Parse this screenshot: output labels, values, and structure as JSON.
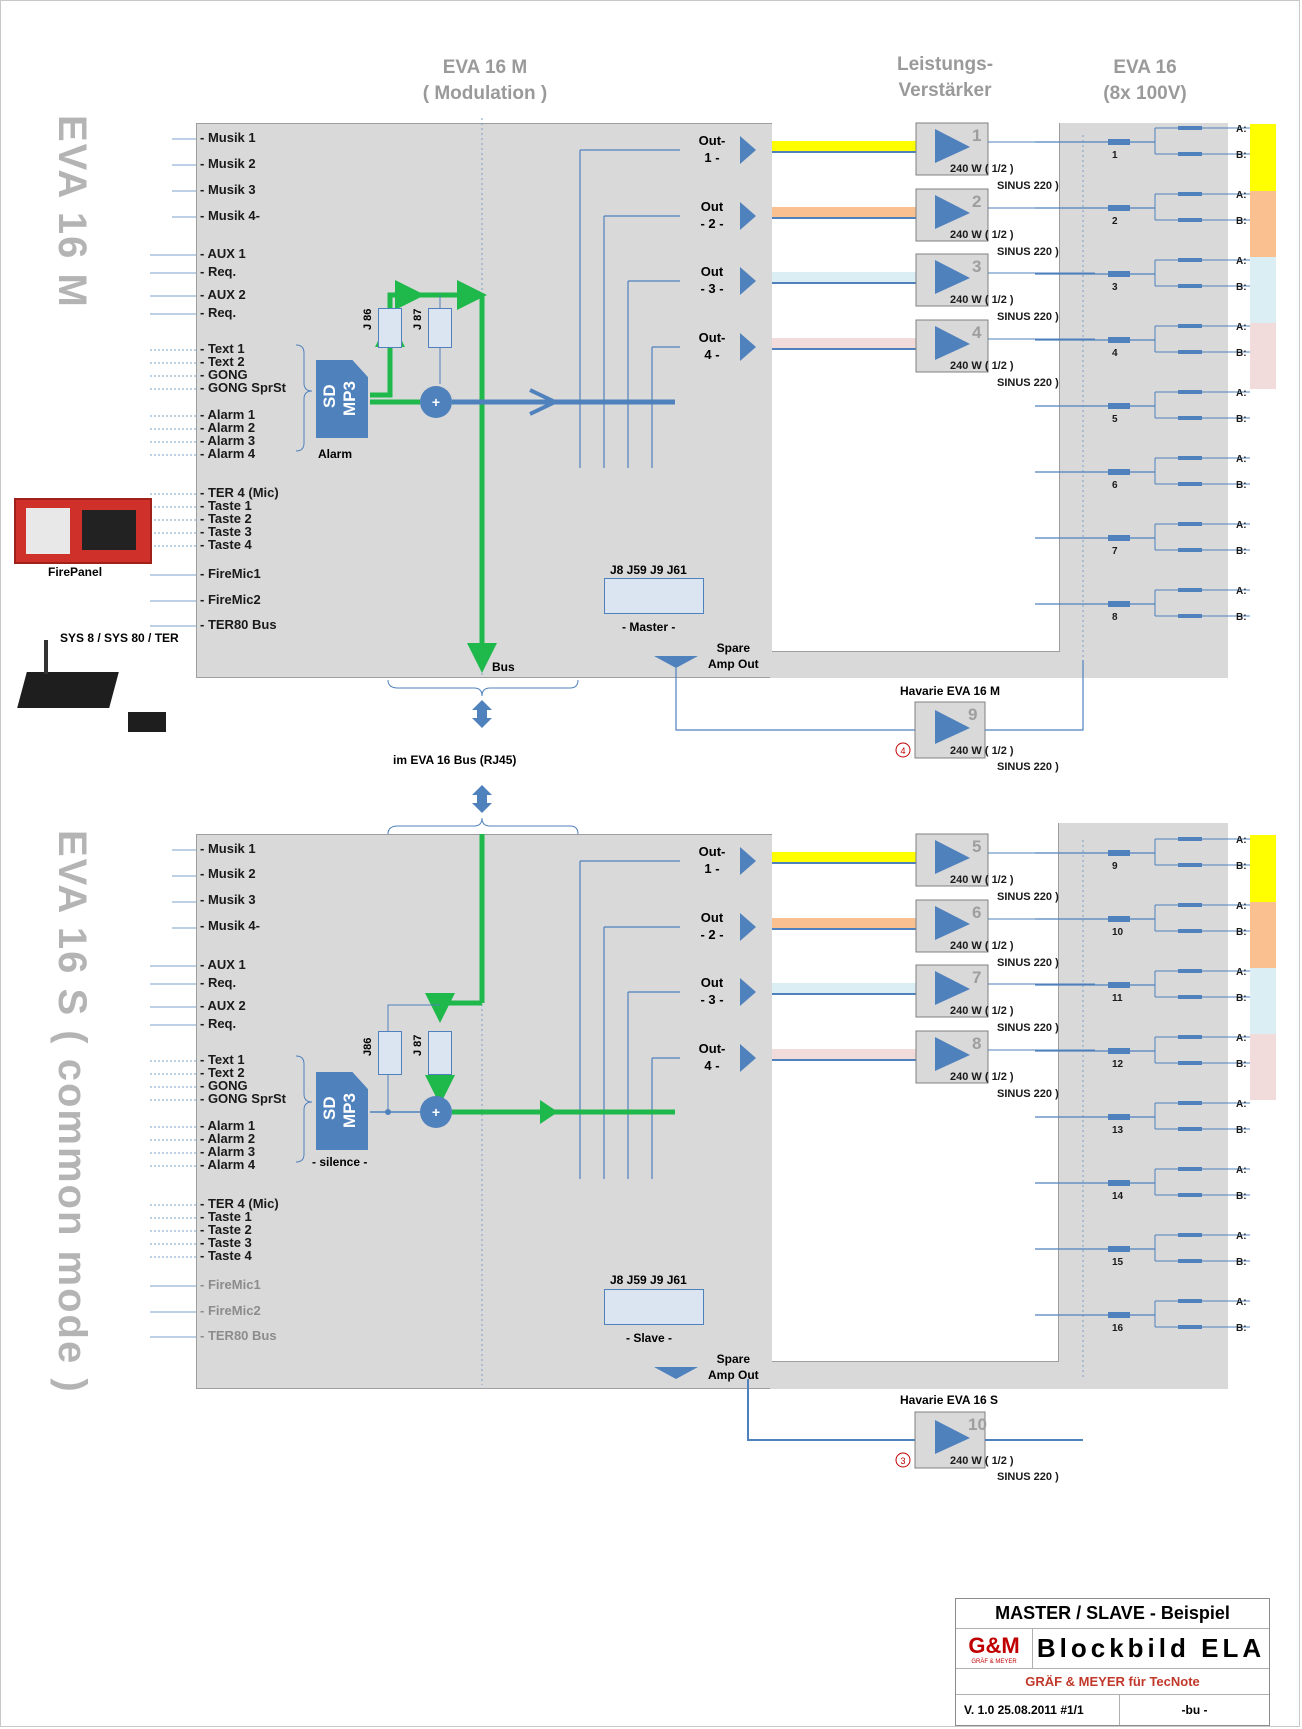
{
  "headers": {
    "eva16m_title": "EVA 16 M",
    "eva16m_sub": "( Modulation )",
    "amp_title_1": "Leistungs-",
    "amp_title_2": "Verstärker",
    "eva16_title": "EVA 16",
    "eva16_sub": "(8x 100V)"
  },
  "side_labels": {
    "master": "EVA 16 M",
    "slave": "EVA 16 S ( common mode )"
  },
  "master": {
    "inputs": [
      "- Musik 1",
      "- Musik 2",
      "- Musik 3",
      "- Musik 4-",
      "- AUX 1",
      "- Req.",
      "- AUX 2",
      "- Req."
    ],
    "text_group": [
      "- Text 1",
      "- Text 2",
      "- GONG",
      "- GONG SprSt"
    ],
    "alarm_group": [
      "- Alarm 1",
      "- Alarm 2",
      "- Alarm 3",
      "- Alarm 4"
    ],
    "ter_group": [
      "- TER 4 (Mic)",
      "- Taste 1",
      "- Taste 2",
      "- Taste 3",
      "- Taste 4"
    ],
    "fire": [
      "- FireMic1",
      "- FireMic2",
      "- TER80 Bus"
    ],
    "sd_label": "Alarm",
    "jumper_j86": "J 86",
    "jumper_j87": "J 87",
    "jumper_labels": "J8 J59 J9 J61",
    "jumper_mode": "- Master -",
    "bus_label": "Bus",
    "spare": [
      "Spare",
      "Amp Out"
    ],
    "havarie": "Havarie EVA 16 M"
  },
  "slave": {
    "inputs": [
      "- Musik 1",
      "- Musik 2",
      "- Musik 3",
      "- Musik 4-",
      "- AUX 1",
      "- Req.",
      "- AUX 2",
      "- Req."
    ],
    "text_group": [
      "- Text 1",
      "- Text 2",
      "- GONG",
      "- GONG SprSt"
    ],
    "alarm_group": [
      "- Alarm 1",
      "- Alarm 2",
      "- Alarm 3",
      "- Alarm 4"
    ],
    "ter_group": [
      "- TER 4 (Mic)",
      "- Taste 1",
      "- Taste 2",
      "- Taste 3",
      "- Taste 4"
    ],
    "fire": [
      "- FireMic1",
      "- FireMic2",
      "- TER80 Bus"
    ],
    "sd_label": "- silence -",
    "jumper_j86": "J86",
    "jumper_j87": "J 87",
    "jumper_labels": "J8 J59 J9 J61",
    "jumper_mode": "- Slave -",
    "spare": [
      "Spare",
      "Amp Out"
    ],
    "havarie": "Havarie EVA 16 S"
  },
  "outputs": [
    {
      "line1": "Out-",
      "line2": "1 -"
    },
    {
      "line1": "Out",
      "line2": "- 2 -"
    },
    {
      "line1": "Out",
      "line2": "- 3 -"
    },
    {
      "line1": "Out-",
      "line2": "4 -"
    }
  ],
  "amplifiers": {
    "power": "240 W",
    "ratio": "( 1/2 )",
    "model": "SINUS 220 )",
    "master_numbers": [
      "1",
      "2",
      "3",
      "4"
    ],
    "slave_numbers": [
      "5",
      "6",
      "7",
      "8"
    ],
    "havarie_master_number": "9",
    "havarie_slave_number": "10",
    "havarie_master_badge": "4",
    "havarie_slave_badge": "3"
  },
  "zones": {
    "master": [
      "1",
      "2",
      "3",
      "4",
      "5",
      "6",
      "7",
      "8"
    ],
    "slave": [
      "9",
      "10",
      "11",
      "12",
      "13",
      "14",
      "15",
      "16"
    ],
    "a_label": "A:",
    "b_label": "B:"
  },
  "colors": {
    "panel": "#d9d9d9",
    "line_blue": "#4f81bd",
    "amp_blue": "#4f81bd",
    "green": "#1fb84a",
    "zone1": "#ffff00",
    "zone2": "#fac090",
    "zone3": "#dbeef4",
    "zone4": "#f2dcdb"
  },
  "devices": {
    "firepanel": "FirePanel",
    "sys_label": "SYS 8 / SYS 80 / TER",
    "sd_card": "SD",
    "mp3": "MP3"
  },
  "bus_link": "im EVA 16 Bus (RJ45)",
  "title_block": {
    "title": "MASTER / SLAVE - Beispiel",
    "logo": "G&M",
    "logo_sub": "GRÄF & MEYER",
    "subtitle": "Blockbild ELA",
    "company": "GRÄF & MEYER für TecNote",
    "version": "V. 1.0 25.08.2011 #1/1",
    "author": "-bu -"
  }
}
